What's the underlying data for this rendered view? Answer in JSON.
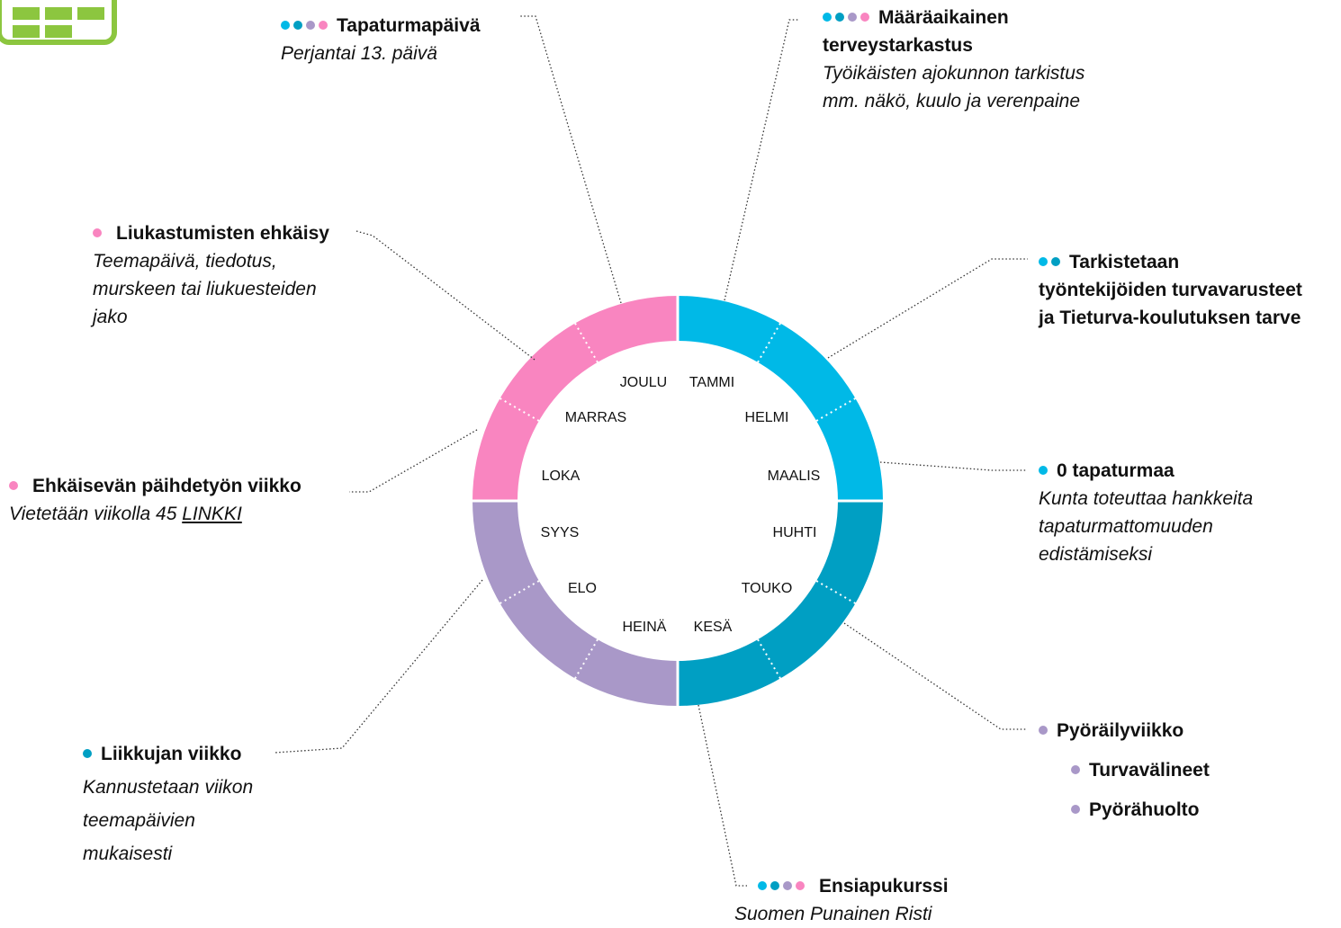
{
  "colors": {
    "cyan": "#00b9e7",
    "teal": "#009fc3",
    "lilac": "#a998c8",
    "pink": "#f985c0",
    "logo_green": "#8cc63f"
  },
  "logo": {
    "icon": "calendar-grid-icon"
  },
  "months": [
    "TAMMI",
    "HELMI",
    "MAALIS",
    "HUHTI",
    "TOUKO",
    "KESÄ",
    "HEINÄ",
    "ELO",
    "SYYS",
    "LOKA",
    "MARRAS",
    "JOULU"
  ],
  "events": [
    {
      "id": "tapaturmapaiva",
      "dots": [
        "cyan",
        "teal",
        "lilac",
        "pink"
      ],
      "title": "Tapaturmapäivä",
      "subtitle": "Perjantai 13. päivä"
    },
    {
      "id": "terveystarkastus",
      "dots": [
        "cyan",
        "teal",
        "lilac",
        "pink"
      ],
      "title_lines": [
        "Määräaikainen",
        "terveystarkastus"
      ],
      "subtitle_lines": [
        "Työikäisten ajokunnon tarkistus",
        "mm. näkö, kuulo ja verenpaine"
      ]
    },
    {
      "id": "turvavarusteet",
      "dots": [
        "cyan",
        "teal"
      ],
      "title_lines": [
        "Tarkistetaan",
        "työntekijöiden turvavarusteet",
        "ja Tieturva-koulutuksen tarve"
      ]
    },
    {
      "id": "nolla-tapaturmaa",
      "dots": [
        "cyan"
      ],
      "title": "0 tapaturmaa",
      "subtitle_lines": [
        "Kunta toteuttaa hankkeita",
        "tapaturmattomuuden",
        "edistämiseksi"
      ]
    },
    {
      "id": "pyorailyviikko",
      "dots": [
        "lilac"
      ],
      "title": "Pyöräilyviikko",
      "items": [
        "Turvavälineet",
        "Pyörähuolto"
      ]
    },
    {
      "id": "ensiapukurssi",
      "dots": [
        "cyan",
        "teal",
        "lilac",
        "pink"
      ],
      "title": "Ensiapukurssi",
      "subtitle": "Suomen Punainen Risti"
    },
    {
      "id": "liikkujan-viikko",
      "dots": [
        "teal"
      ],
      "title": "Liikkujan viikko",
      "subtitle_lines": [
        "Kannustetaan viikon",
        "teemapäivien",
        "mukaisesti"
      ]
    },
    {
      "id": "paihdetyon-viikko",
      "dots": [
        "pink"
      ],
      "title": "Ehkäisevän päihdetyön viikko",
      "subtitle": "Vietetään viikolla 45",
      "link": "LINKKI"
    },
    {
      "id": "liukastumisten-ehkaisy",
      "dots": [
        "pink"
      ],
      "title": "Liukastumisten ehkäisy",
      "subtitle_lines": [
        "Teemapäivä, tiedotus,",
        "murskeen tai liukuesteiden",
        "jako"
      ]
    }
  ]
}
